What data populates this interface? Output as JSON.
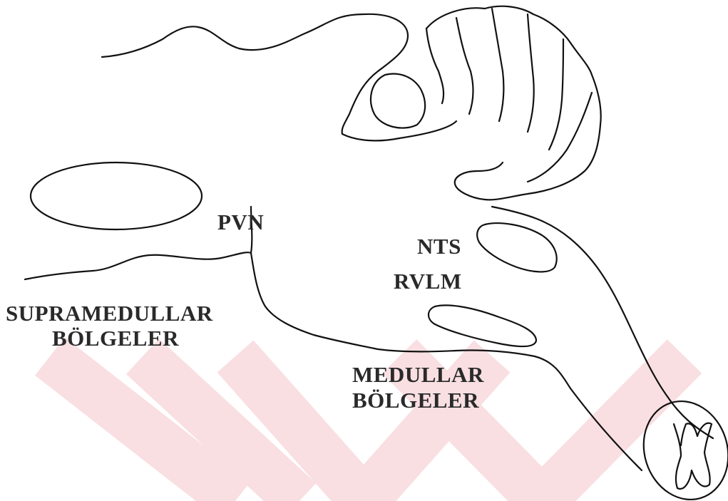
{
  "colors": {
    "outline": "#111111",
    "label": "#2a2a2a",
    "watermark": "#f9dfe2"
  },
  "labels": {
    "pvn": "PVN",
    "nts": "NTS",
    "rvlm": "RVLM",
    "supramedullar_line1": "SUPRAMEDULLAR",
    "supramedullar_line2": "BÖLGELER",
    "medullar_line1": "MEDULLAR",
    "medullar_line2": "BÖLGELER"
  }
}
